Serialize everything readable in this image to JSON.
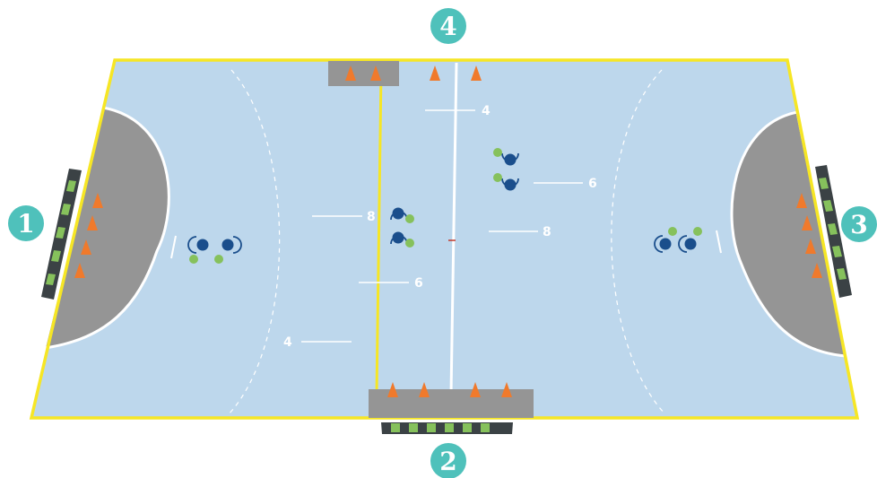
{
  "court": {
    "colors": {
      "floor": "#bdd7ec",
      "boundary": "#f6e625",
      "lines": "#ffffff",
      "goal_area": "#959595",
      "bench": "#959595",
      "cone": "#f07a2c",
      "player": "#1a4e8c",
      "ball": "#86c15c",
      "badge": "#4fc1bb",
      "goal_dark": "#3b4245",
      "goal_light": "#86c15c"
    },
    "station_badges": [
      "1",
      "2",
      "3",
      "4"
    ],
    "distance_labels": [
      "4",
      "8",
      "6",
      "4",
      "6",
      "8"
    ]
  }
}
